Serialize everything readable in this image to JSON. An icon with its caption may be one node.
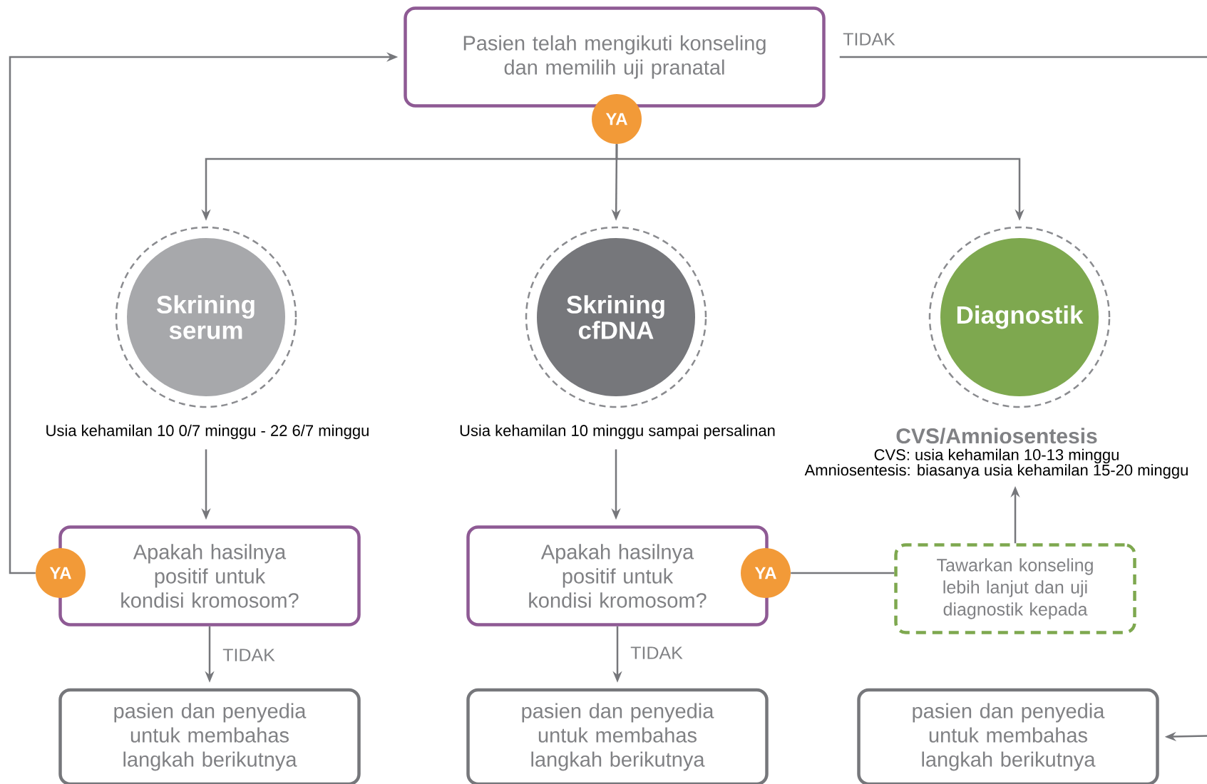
{
  "diagram": {
    "nodes": [
      {
        "text": [
          "Pasien telah mengikuti konseling dan memilih uji pranatal"
        ]
      },
      {
        "text": [
          "YA"
        ]
      },
      {
        "text": [
          "Skrining serum"
        ],
        "beside": [
          "Usia kehamilan 10 0/7 minggu - 22 6/7 minggu"
        ]
      },
      {
        "text": [
          "Skrining cfDNA"
        ],
        "beside": [
          "Usia kehamilan 10 minggu sampai persalinan"
        ]
      },
      {
        "text": [
          "Diagnostik"
        ]
      },
      {
        "text": [
          "CVS/Amniosentesis",
          "CVS: usia kehamilan 10-13 minggu",
          "Amniosentesis: biasanya usia kehamilan 15-20 minggu"
        ]
      },
      {
        "text": [
          "Apakah hasilnya positif untuk kondisi kromosom?"
        ]
      },
      {
        "text": [
          "YA"
        ]
      },
      {
        "text": [
          "Apakah hasilnya positif untuk kondisi kromosom?"
        ]
      },
      {
        "text": [
          "YA"
        ]
      },
      {
        "text": [
          "Tawarkan konseling lebih lanjut dan uji diagnostik kepada"
        ]
      },
      {
        "text": [
          "pasien dan penyedia untuk membahas langkah berikutnya"
        ]
      },
      {
        "text": [
          "pasien dan penyedia untuk membahas langkah berikutnya"
        ]
      },
      {
        "text": [
          "pasien dan penyedia untuk membahas langkah berikutnya"
        ]
      }
    ],
    "edges": [
      {
        "from": 1,
        "to": 2,
        "arrow": "to"
      },
      {
        "from": 1,
        "to": 3,
        "arrow": "to"
      },
      {
        "from": 1,
        "to": 4,
        "arrow": "to"
      },
      {
        "from": 0,
        "to": 13,
        "arrow": "to",
        "label": "TIDAK"
      },
      {
        "from": 2,
        "to": 6,
        "arrow": "to"
      },
      {
        "from": 3,
        "to": 8,
        "arrow": "to"
      },
      {
        "from": 7,
        "to": 0,
        "arrow": "to"
      },
      {
        "from": 9,
        "to": 10,
        "arrow": "none"
      },
      {
        "from": 10,
        "to": 5,
        "arrow": "to"
      },
      {
        "from": 6,
        "to": 11,
        "arrow": "to",
        "label": "TIDAK"
      },
      {
        "from": 8,
        "to": 12,
        "arrow": "to",
        "label": "TIDAK"
      }
    ]
  }
}
